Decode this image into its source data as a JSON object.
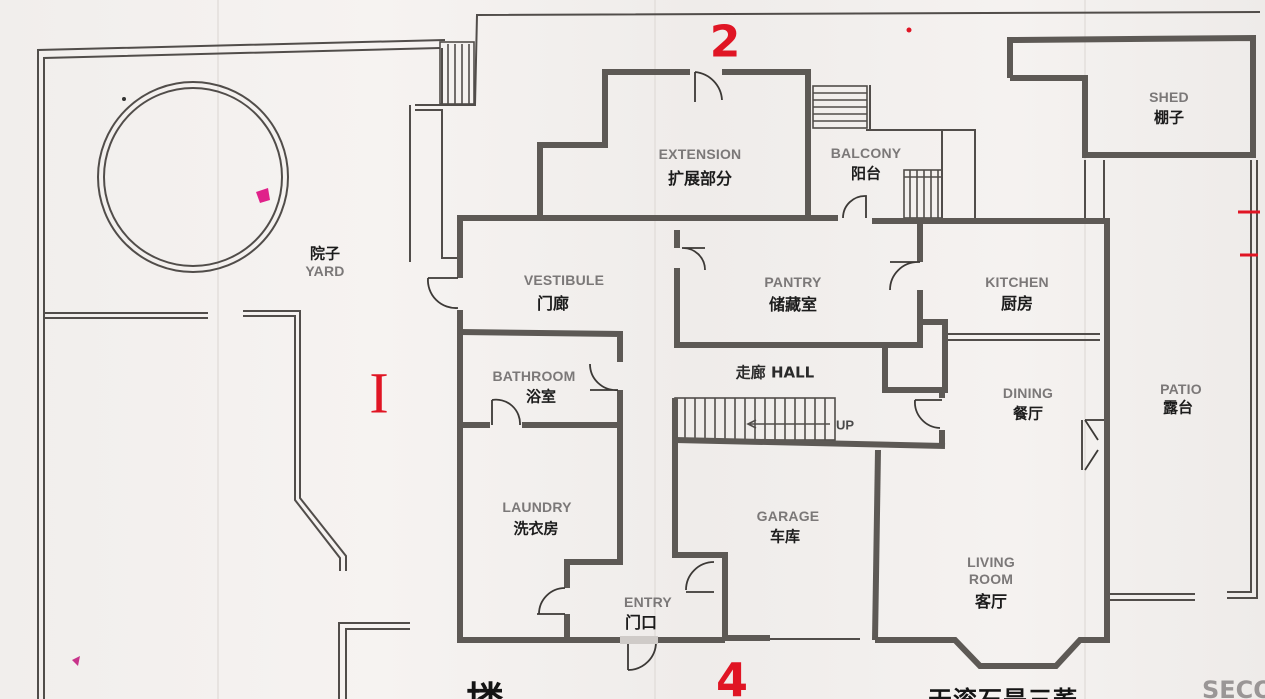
{
  "plan": {
    "rooms": {
      "extension": {
        "en": "EXTENSION",
        "zh": "扩展部分"
      },
      "balcony": {
        "en": "BALCONY",
        "zh": "阳台"
      },
      "shed": {
        "en": "SHED",
        "zh": "棚子"
      },
      "yard": {
        "en": "YARD",
        "zh": "院子"
      },
      "vestibule": {
        "en": "VESTIBULE",
        "zh": "门廊"
      },
      "pantry": {
        "en": "PANTRY",
        "zh": "储藏室"
      },
      "kitchen": {
        "en": "KITCHEN",
        "zh": "厨房"
      },
      "bathroom": {
        "en": "BATHROOM",
        "zh": "浴室"
      },
      "hall": {
        "label": "走廊 HALL",
        "stairs": "UP"
      },
      "dining": {
        "en": "DINING",
        "zh": "餐厅"
      },
      "patio": {
        "en": "PATIO",
        "zh": "露台"
      },
      "laundry": {
        "en": "LAUNDRY",
        "zh": "洗衣房"
      },
      "garage": {
        "en": "GARAGE",
        "zh": "车库"
      },
      "entry": {
        "en": "ENTRY",
        "zh": "门口"
      },
      "living": {
        "en_line1": "LIVING",
        "en_line2": "ROOM",
        "zh": "客厅"
      }
    },
    "markers": {
      "top": "2",
      "left": "I",
      "bottom": "4"
    },
    "bottom_text": {
      "left": "搂",
      "center": "天滚石是三荞",
      "right": "SECO"
    },
    "colors": {
      "wall": "#5d5955",
      "thin_line": "#514d4a",
      "marker": "#e01524",
      "en_label": "#7b7878"
    }
  }
}
